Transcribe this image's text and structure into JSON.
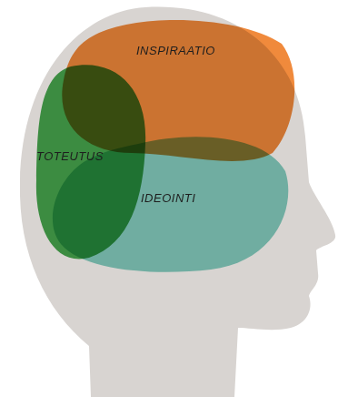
{
  "diagram": {
    "nodes": [
      {
        "text": [
          "INSPIRAATIO"
        ]
      },
      {
        "text": [
          "TOTEUTUS"
        ]
      },
      {
        "text": [
          "IDEOINTI"
        ]
      }
    ]
  }
}
